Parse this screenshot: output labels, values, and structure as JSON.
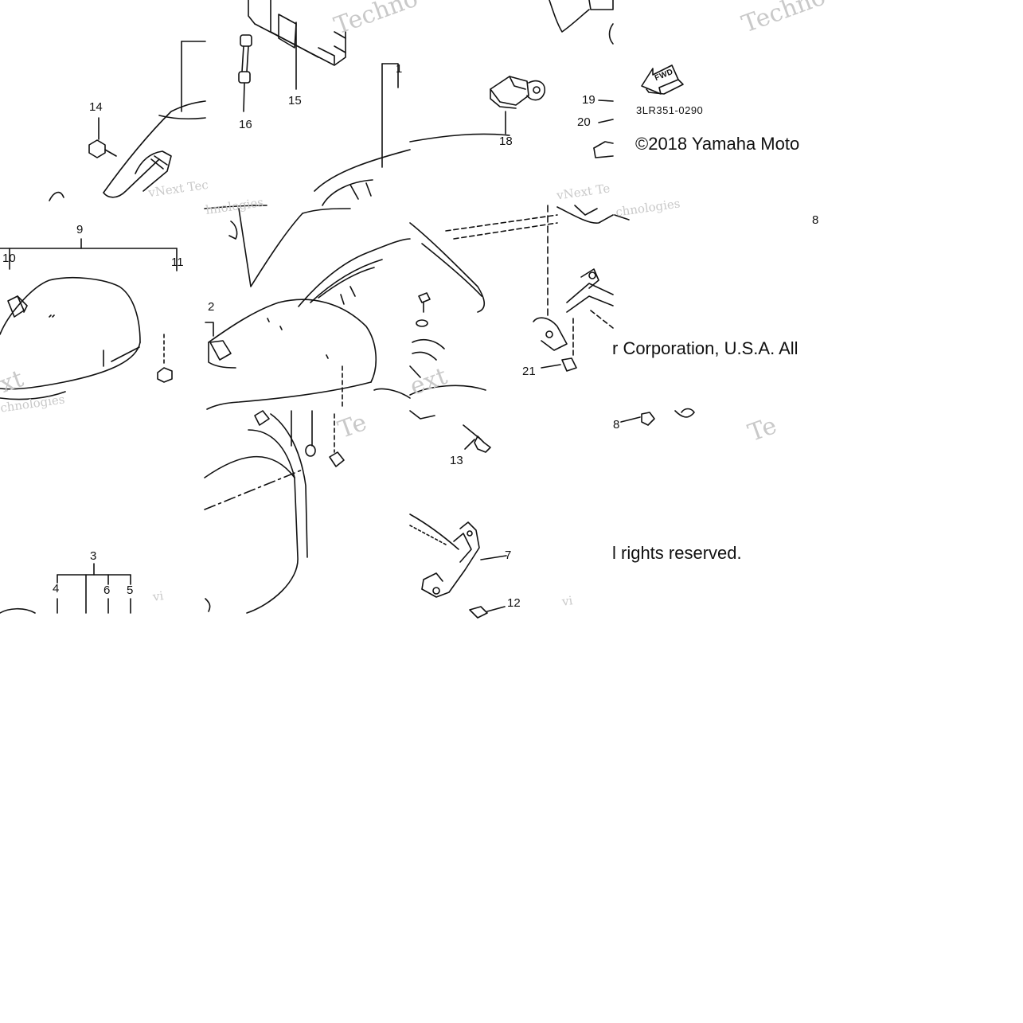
{
  "diagram": {
    "part_code": "3LR351-0290",
    "fwd_label": "FWD",
    "copyright_segments": [
      "©2018 Yamaha Moto",
      "r Corporation, U.S.A. All",
      "l rights reserved."
    ],
    "callouts": {
      "c1": "1",
      "c2": "2",
      "c3": "3",
      "c4": "4",
      "c5": "5",
      "c6": "6",
      "c7": "7",
      "c8": "8",
      "c8b": "8",
      "c9": "9",
      "c10": "10",
      "c11": "11",
      "c12": "12",
      "c13": "13",
      "c14": "14",
      "c15": "15",
      "c16": "16",
      "c18": "18",
      "c19": "19",
      "c20": "20",
      "c21": "21"
    },
    "watermarks": {
      "w1": "Techno",
      "w2": "Techno",
      "w3": "vNext Tec",
      "w4": "vNext Te",
      "w5": "hnologies",
      "w6": "chnologies",
      "w7": "xt",
      "w8": "chnologies",
      "w9": "ext",
      "w10": "Te",
      "w11": "Te",
      "w12": "vi",
      "w13": "vi"
    }
  }
}
